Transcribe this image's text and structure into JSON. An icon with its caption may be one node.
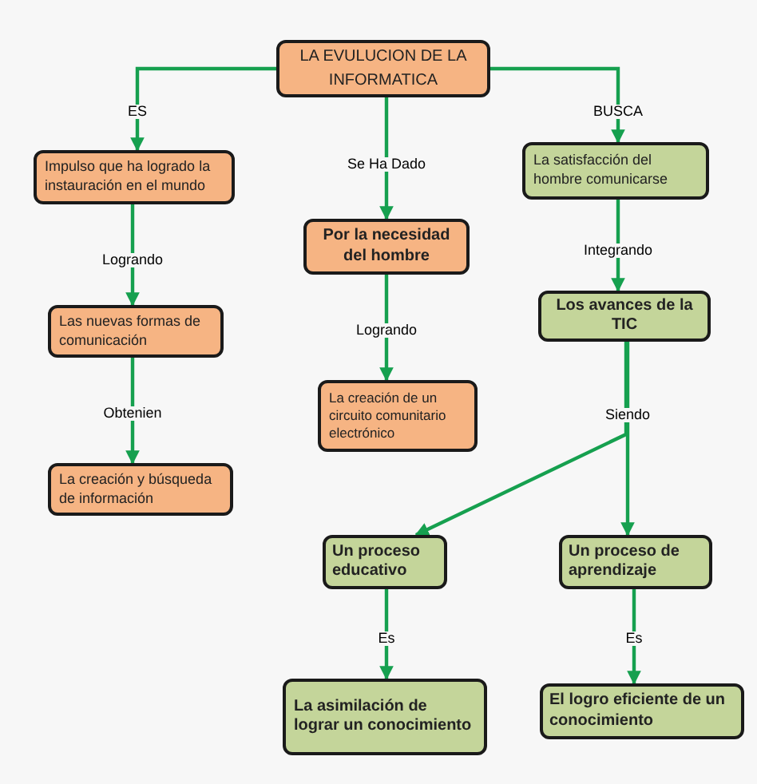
{
  "diagram": {
    "nodes": [
      {
        "text": [
          "LA EVULUCION DE LA INFORMATICA"
        ]
      },
      {
        "text": [
          "Impulso que ha logrado la instauración en el mundo"
        ]
      },
      {
        "text": [
          "Las nuevas formas de comunicación"
        ]
      },
      {
        "text": [
          "La creación y búsqueda de información"
        ]
      },
      {
        "text": [
          "Por la necesidad del hombre"
        ]
      },
      {
        "text": [
          "La creación de un circuito comunitario electrónico"
        ]
      },
      {
        "text": [
          "La satisfacción del hombre comunicarse"
        ]
      },
      {
        "text": [
          "Los avances de la TIC"
        ]
      },
      {
        "text": [
          "Un proceso educativo"
        ]
      },
      {
        "text": [
          "Un proceso de aprendizaje"
        ]
      },
      {
        "text": [
          "La asimilación de lograr un conocimiento"
        ]
      },
      {
        "text": [
          "El logro eficiente de un conocimiento"
        ]
      }
    ],
    "edges": [
      {
        "from": 0,
        "to": 1,
        "arrow": "to",
        "label": "ES"
      },
      {
        "from": 0,
        "to": 4,
        "arrow": "to",
        "label": "Se Ha Dado"
      },
      {
        "from": 0,
        "to": 6,
        "arrow": "to",
        "label": "BUSCA"
      },
      {
        "from": 1,
        "to": 2,
        "arrow": "to",
        "label": "Logrando"
      },
      {
        "from": 2,
        "to": 3,
        "arrow": "to",
        "label": "Obtenien"
      },
      {
        "from": 4,
        "to": 5,
        "arrow": "to",
        "label": "Logrando"
      },
      {
        "from": 6,
        "to": 7,
        "arrow": "to",
        "label": "Integrando"
      },
      {
        "from": 7,
        "to": 8,
        "arrow": "to"
      },
      {
        "from": 7,
        "to": 9,
        "arrow": "to",
        "label": "Siendo"
      },
      {
        "from": 8,
        "to": 10,
        "arrow": "to",
        "label": "Es"
      },
      {
        "from": 9,
        "to": 11,
        "arrow": "to",
        "label": "Es"
      }
    ]
  }
}
